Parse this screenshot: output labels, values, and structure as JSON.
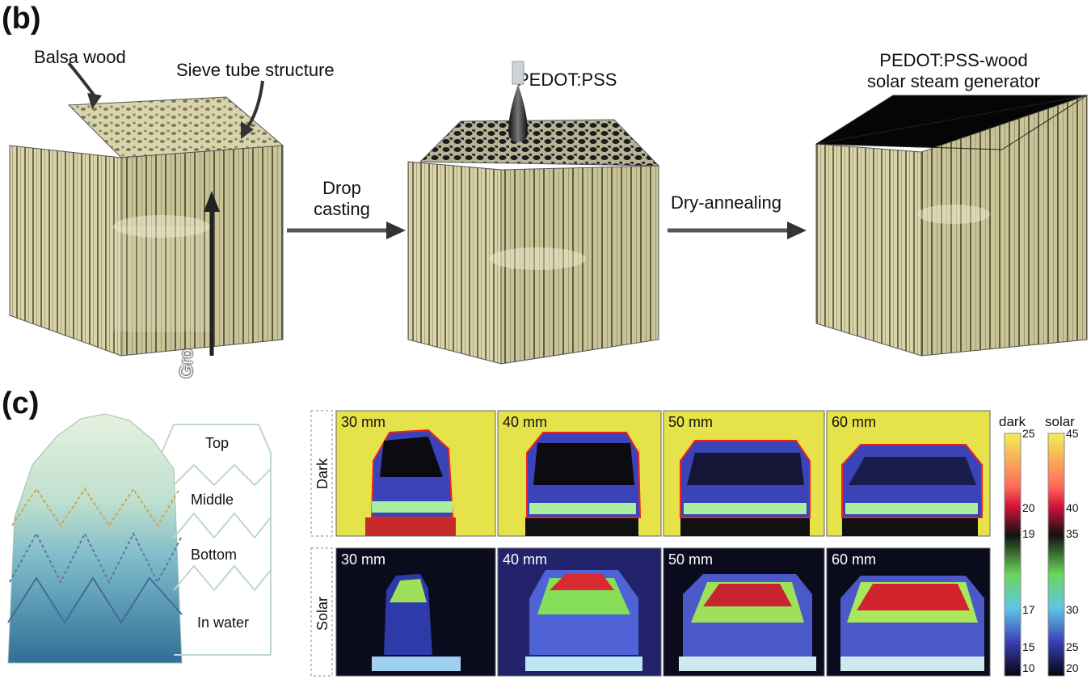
{
  "panel_b": {
    "label": "(b)",
    "balsa": "Balsa wood",
    "sieve": "Sieve tube structure",
    "growth": "Growth direction",
    "step1": [
      "Drop",
      "casting"
    ],
    "pedot": "PEDOT:PSS",
    "step2": "Dry-annealing",
    "result": [
      "PEDOT:PSS-wood",
      "solar steam generator"
    ]
  },
  "panel_c": {
    "label": "(c)",
    "layers": [
      "Top",
      "Middle",
      "Bottom",
      "In water"
    ],
    "rows": [
      "Dark",
      "Solar"
    ],
    "heights": [
      "30 mm",
      "40 mm",
      "50 mm",
      "60 mm"
    ],
    "colorbar_dark": {
      "title": "dark",
      "ticks": [
        "25",
        "20",
        "19",
        "17",
        "15",
        "10"
      ]
    },
    "colorbar_solar": {
      "title": "solar",
      "ticks": [
        "45",
        "40",
        "35",
        "30",
        "25",
        "20"
      ]
    }
  },
  "colors": {
    "wood": "#d8d3a8",
    "wood_dark": "#8d8a62",
    "thermal_bg_dark": "#e6e24a",
    "thermal_bg_solar": "#0b0b1e"
  }
}
